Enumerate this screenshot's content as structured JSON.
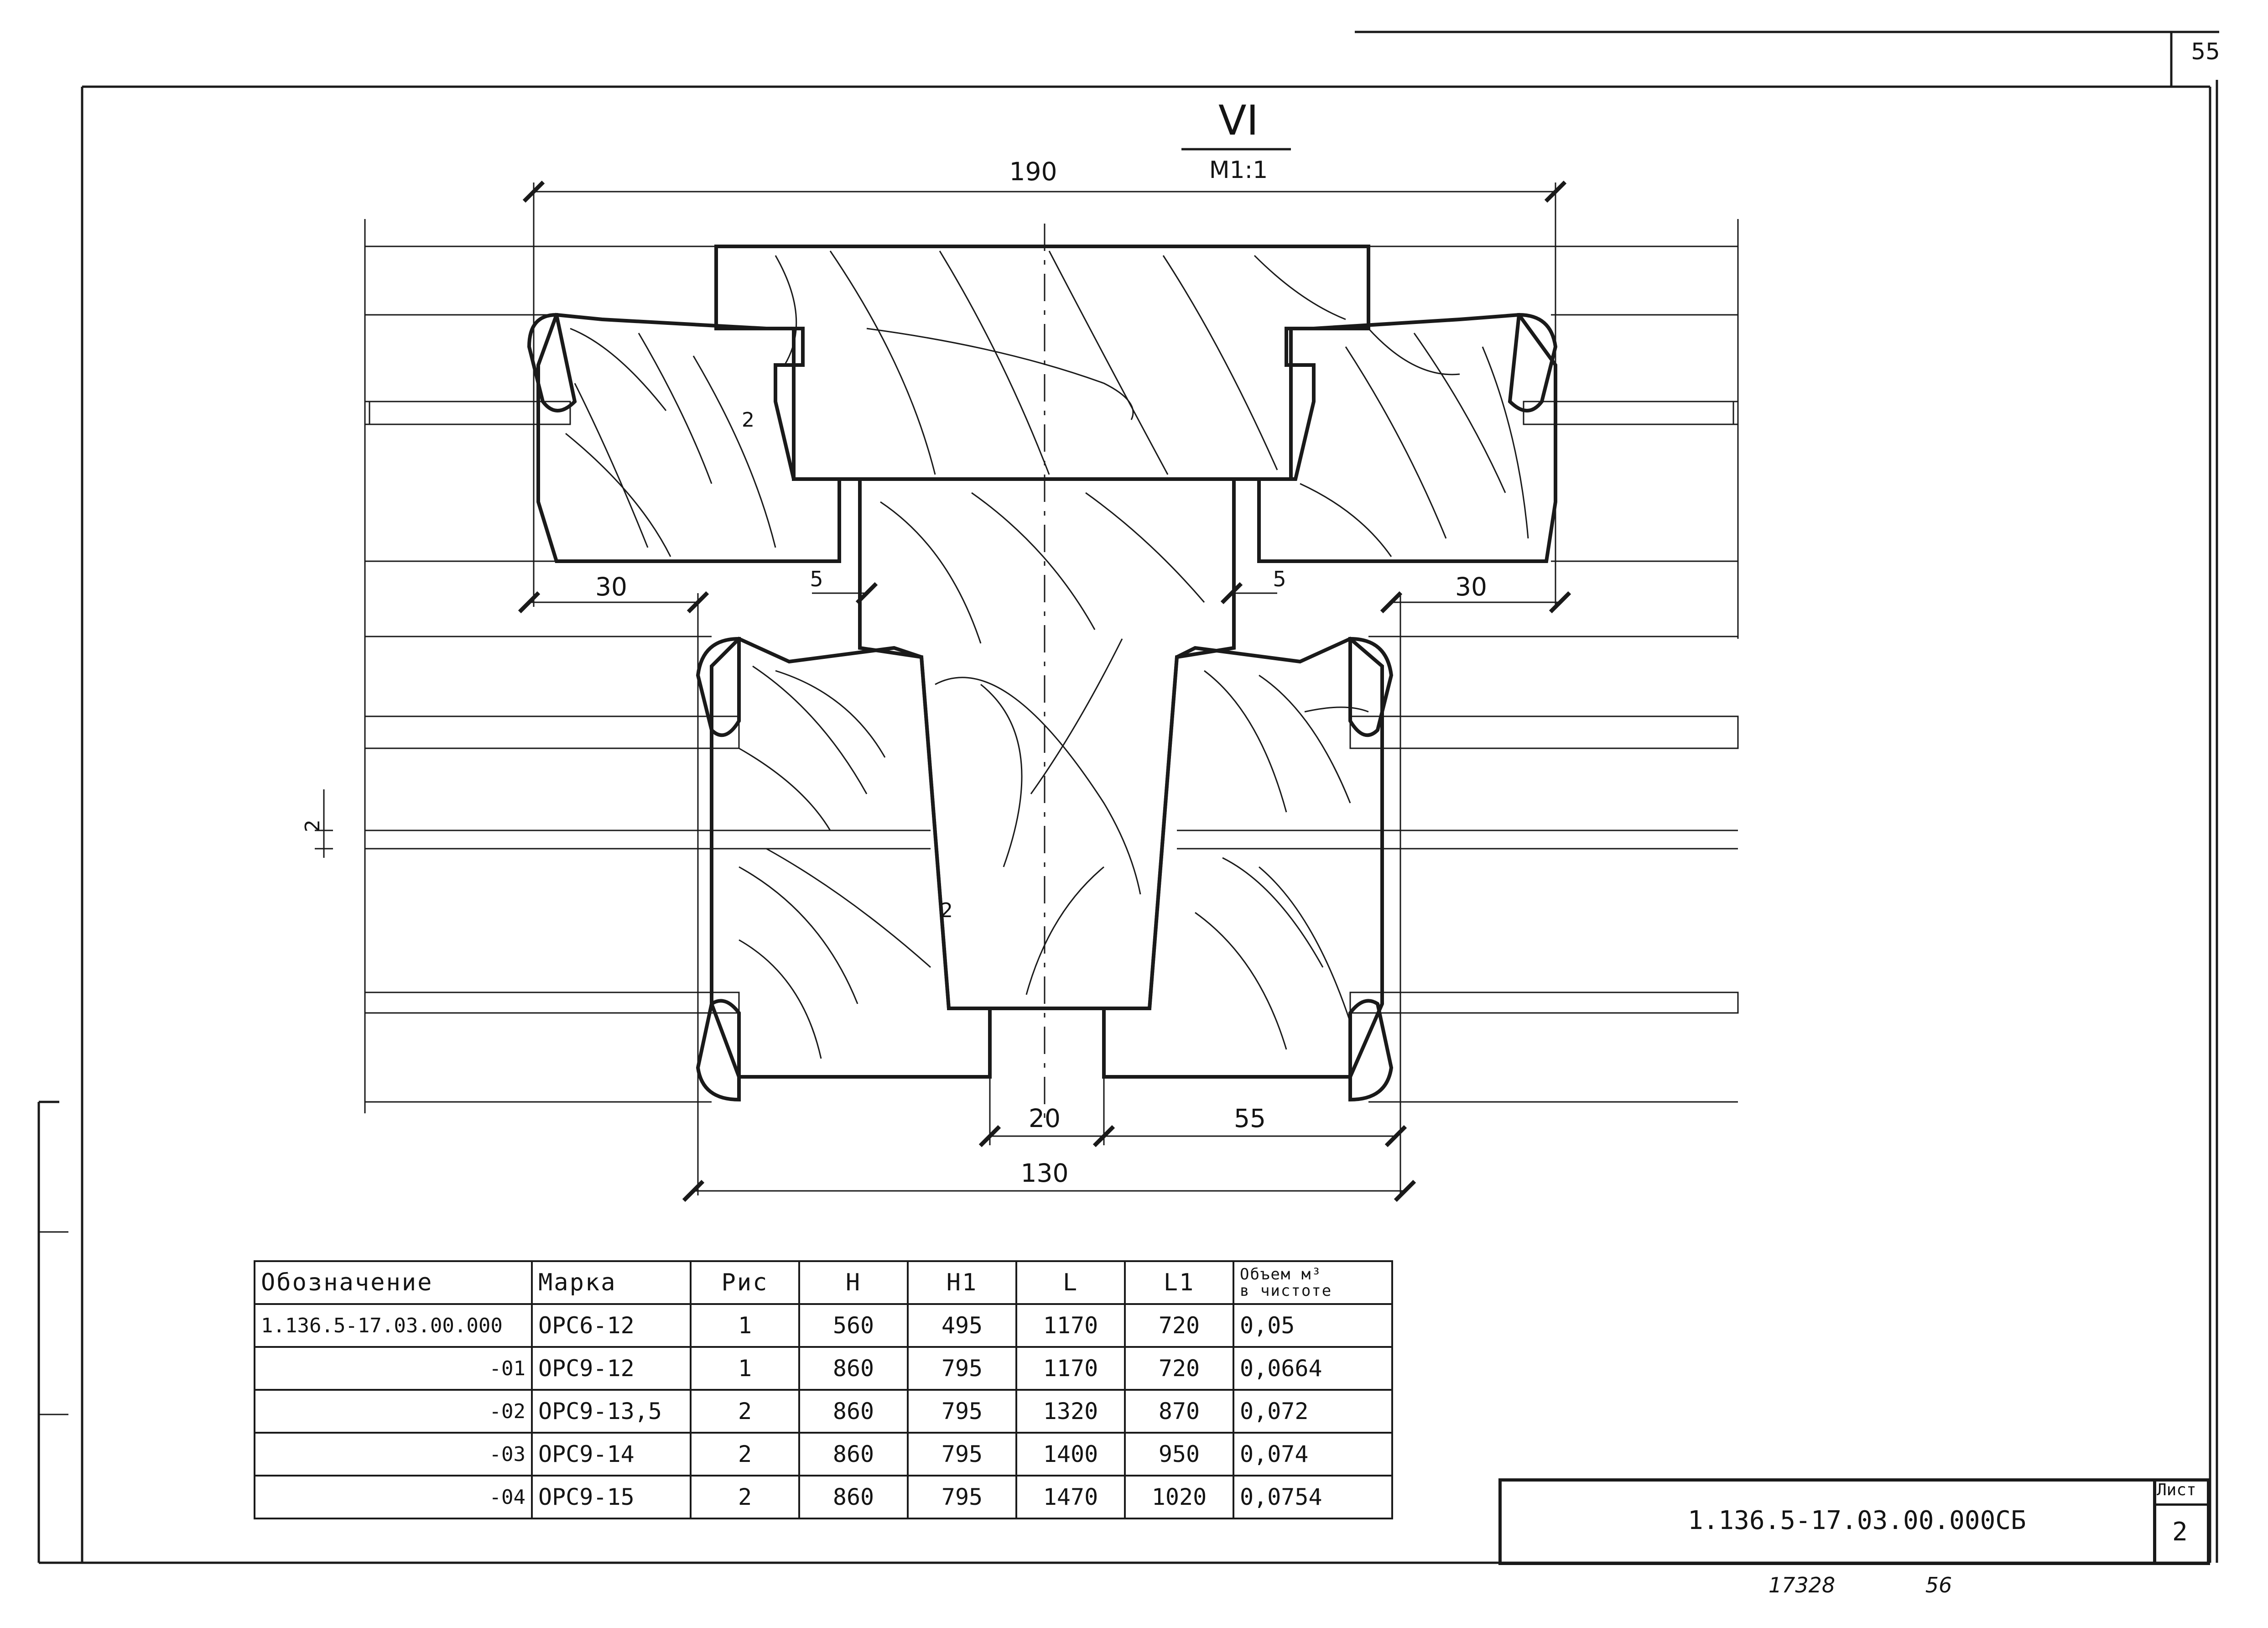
{
  "sheet": {
    "page_number": "55",
    "view_label": "VI",
    "scale": "М1:1",
    "document_code": "1.136.5-17.03.00.000СБ",
    "sheet_label": "Лист",
    "sheet_number": "2",
    "inventory_number": "17328",
    "inventory_page": "56"
  },
  "dimensions": {
    "overall_width": "190",
    "left_offset": "30",
    "right_offset": "30",
    "left_gap": "5",
    "right_gap": "5",
    "joint_gap": "2",
    "side_gap": "2",
    "groove_gap": "2",
    "bottom_slot": "20",
    "bottom_right": "55",
    "bottom_width": "130"
  },
  "spec_table": {
    "headers": [
      "Обозначение",
      "Марка",
      "Рис",
      "Н",
      "Н1",
      "L",
      "L1",
      "Объем м³ в чистоте"
    ],
    "volume_header_line1": "Объем м³",
    "volume_header_line2": "в чистоте",
    "rows": [
      {
        "designation": "1.136.5-17.03.00.000",
        "mark": "ОРС6-12",
        "fig": "1",
        "h": "560",
        "h1": "495",
        "l": "1170",
        "l1": "720",
        "volume": "0,05"
      },
      {
        "designation": "-01",
        "mark": "ОРС9-12",
        "fig": "1",
        "h": "860",
        "h1": "795",
        "l": "1170",
        "l1": "720",
        "volume": "0,0664"
      },
      {
        "designation": "-02",
        "mark": "ОРС9-13,5",
        "fig": "2",
        "h": "860",
        "h1": "795",
        "l": "1320",
        "l1": "870",
        "volume": "0,072"
      },
      {
        "designation": "-03",
        "mark": "ОРС9-14",
        "fig": "2",
        "h": "860",
        "h1": "795",
        "l": "1400",
        "l1": "950",
        "volume": "0,074"
      },
      {
        "designation": "-04",
        "mark": "ОРС9-15",
        "fig": "2",
        "h": "860",
        "h1": "795",
        "l": "1470",
        "l1": "1020",
        "volume": "0,0754"
      }
    ]
  }
}
